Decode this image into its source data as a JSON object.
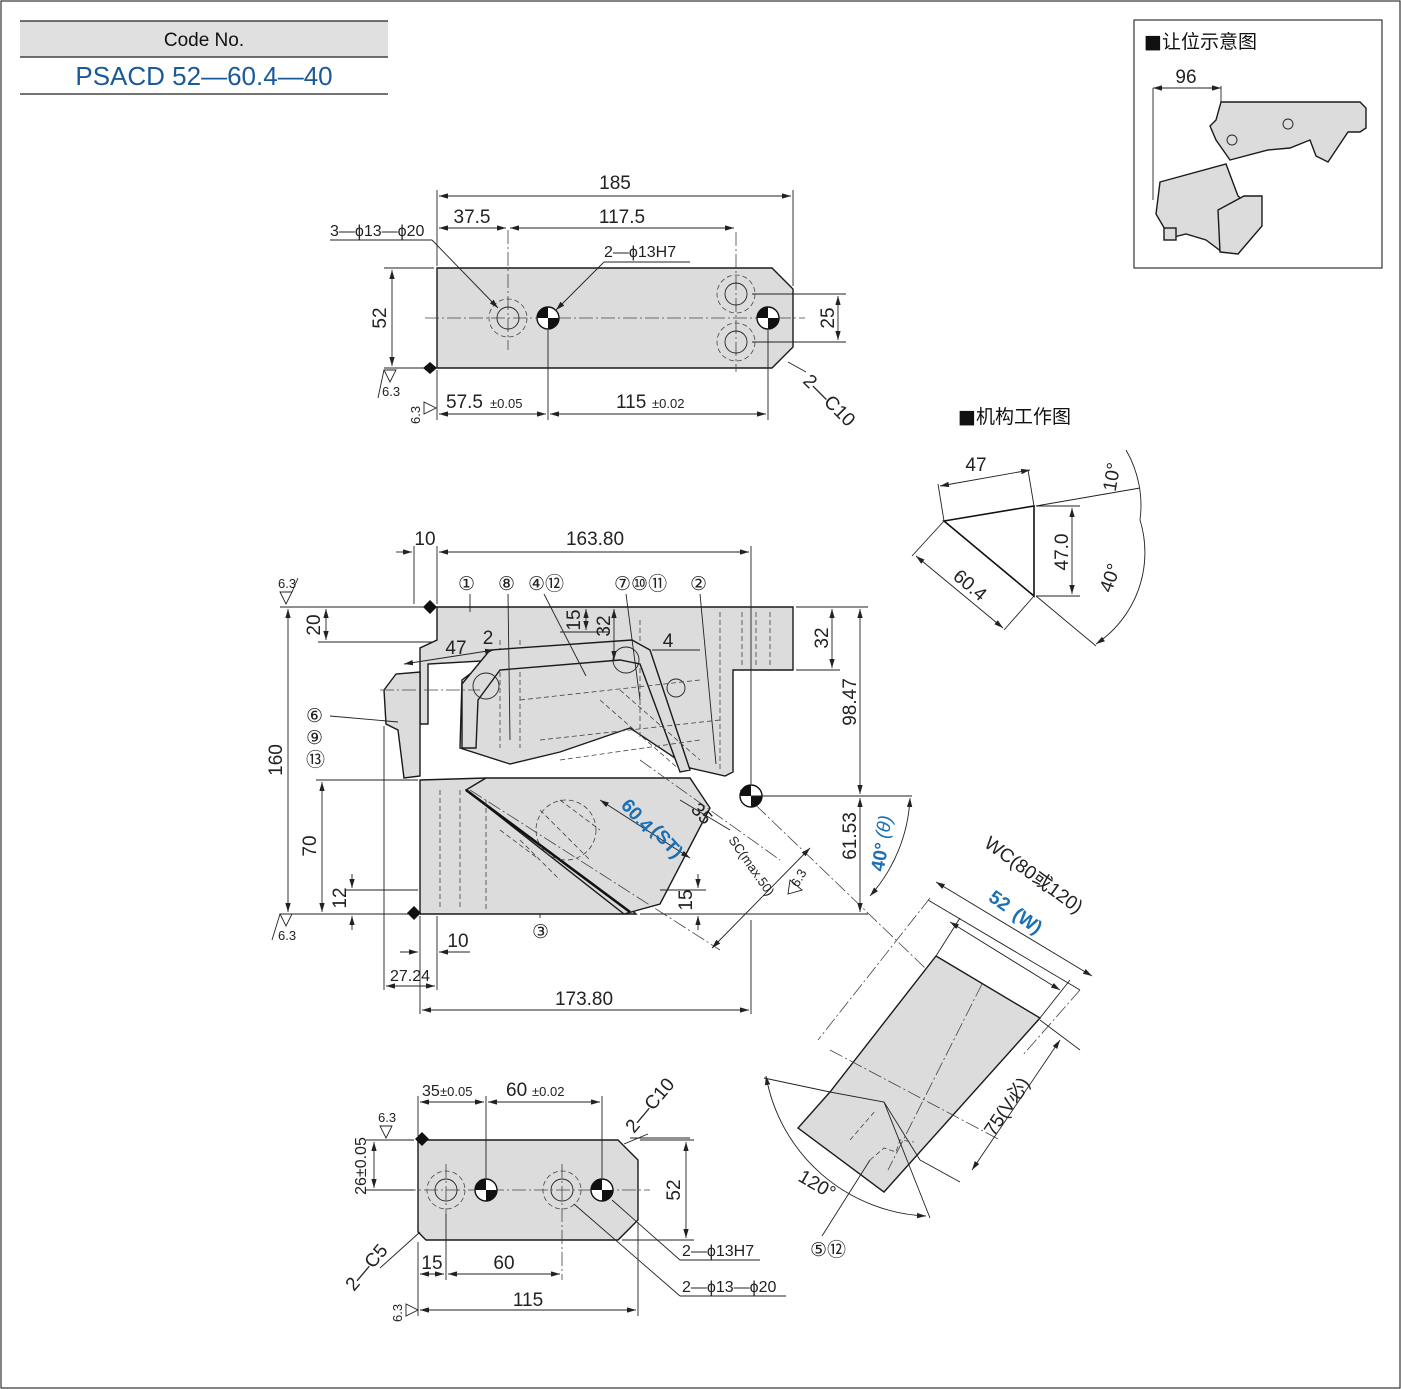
{
  "code": {
    "label": "Code No.",
    "value": "PSACD 52—60.4—40"
  },
  "clearance_inset": {
    "title": "■让位示意图",
    "dim": "96"
  },
  "mechanism": {
    "title": "■机构工作图",
    "d47": "47",
    "d47v": "47.0",
    "d60": "60.4",
    "a10": "10°",
    "a40": "40°"
  },
  "top_view": {
    "d185": "185",
    "d37": "37.5",
    "d117": "117.5",
    "hole_a": "3—ϕ13—ϕ20",
    "hole_b": "2—ϕ13H7",
    "d52": "52",
    "d25": "25",
    "chamfer": "2—C10",
    "d57": "57.5",
    "tol_57": "±0.05",
    "d115": "115",
    "tol_115": "±0.02",
    "rough": "6.3"
  },
  "front_view": {
    "d10_top": "10",
    "d163": "163.80",
    "d20": "20",
    "d15_top": "15",
    "d32_mid": "32",
    "d47": "47",
    "d2": "2",
    "d4": "4",
    "d32_right": "32",
    "d98": "98.47",
    "d160": "160",
    "d70": "70",
    "d12": "12",
    "d61": "61.53",
    "st_value": "60.4",
    "st_label": "(ST)",
    "d35": "35",
    "sc": "SC(max.50)",
    "theta_value": "40°",
    "theta_label": "(θ)",
    "d15_bot": "15",
    "d10_bot": "10",
    "d27": "27.24",
    "d173": "173.80",
    "rough": "6.3",
    "balloons": [
      "①",
      "⑧",
      "④⑫",
      "⑦⑩⑪",
      "②",
      "⑥",
      "⑨",
      "⑬",
      "③"
    ]
  },
  "bottom_view": {
    "d35": "35",
    "tol_35": "±0.05",
    "d60": "60",
    "tol_60": "±0.02",
    "chamfer_a": "2—C10",
    "d26": "26±0.05",
    "d52": "52",
    "chamfer_b": "2—C5",
    "d15": "15",
    "d60b": "60",
    "d115": "115",
    "hole_b": "2—ϕ13H7",
    "hole_a": "2—ϕ13—ϕ20",
    "rough": "6.3"
  },
  "wedge_view": {
    "wc": "WC(80或120)",
    "w_value": "52",
    "w_label": "(W)",
    "v": "75(V必)",
    "angle": "120°",
    "balloon": "⑤⑫"
  }
}
